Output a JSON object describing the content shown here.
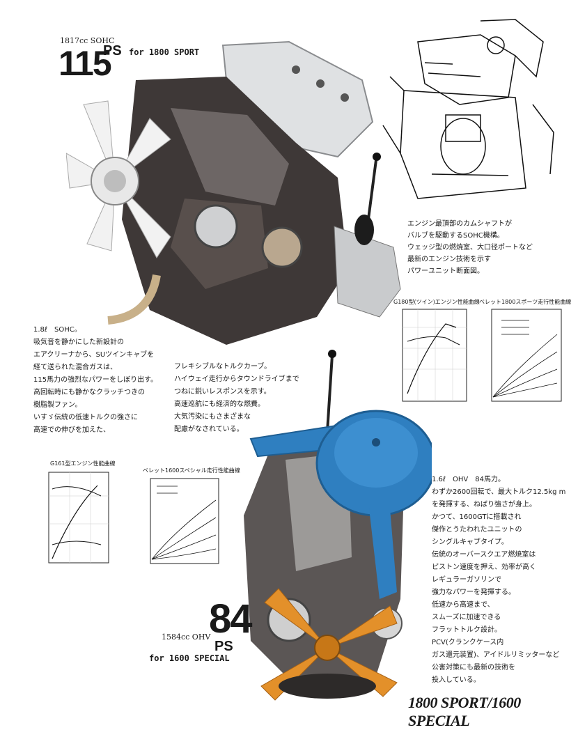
{
  "top_engine": {
    "displacement": "1817cc SOHC",
    "power_value": "115",
    "power_unit": "PS",
    "model_label": "for 1800 SPORT"
  },
  "bottom_engine": {
    "displacement": "1584cc OHV",
    "power_value": "84",
    "power_unit": "PS",
    "model_label": "for 1600 SPECIAL"
  },
  "diagram_caption": "エンジン最頂部のカムシャフトが\nバルブを駆動するSOHC機構。\nウェッジ型の燃焼室、大口径ポートなど\n最新のエンジン技術を示す\nパワーユニット断面図。",
  "sohc_text_left": "1.8ℓ　SOHC。\n吸気音を静かにした新設計の\nエアクリーナから、SUツインキャブを\n経て送られた混合ガスは、\n115馬力の強烈なパワーをしぼり出す。\n高回転時にも静かなクラッチつきの\n樹脂製ファン。\nいすゞ伝統の低速トルクの強さに\n高速での伸びを加えた、",
  "sohc_text_right": "フレキシブルなトルクカーブ。\nハイウェイ走行からタウンドライブまで\nつねに鋭いレスポンスを示す。\n高速巡航にも経済的な燃費。\n大気汚染にもさまざまな\n配慮がなされている。",
  "ohv_text": "1.6ℓ　OHV　84馬力。\nわずか2600回転で、最大トルク12.5kg m\nを発揮する、ねばり強さが身上。\nかつて、1600GTに搭載され\n傑作とうたわれたユニットの\nシングルキャブタイプ。\n伝統のオーバースクエア燃焼室は\nピストン速度を押え、効率が高く\nレギュラーガソリンで\n強力なパワーを発揮する。\n低速から高速まで、\nスムーズに加速できる\nフラットトルク設計。\nPCV(クランクケース内\nガス還元装置)、アイドルリミッターなど\n公害対策にも最新の技術を\n投入している。",
  "graph_titles": {
    "g180": "G180型(ツイン)エンジン性能曲線",
    "bellett1800": "ベレット1800スポーツ走行性能曲線",
    "g161": "G161型エンジン性能曲線",
    "bellett1600": "ベレット1600スペシャル走行性能曲線"
  },
  "footer_title": "1800 SPORT/1600 SPECIAL",
  "colors": {
    "aircleaner_blue": "#2f7fc0",
    "fan_orange": "#e3902a",
    "engine_dark": "#3a3433",
    "chrome": "#d9dbdd"
  }
}
